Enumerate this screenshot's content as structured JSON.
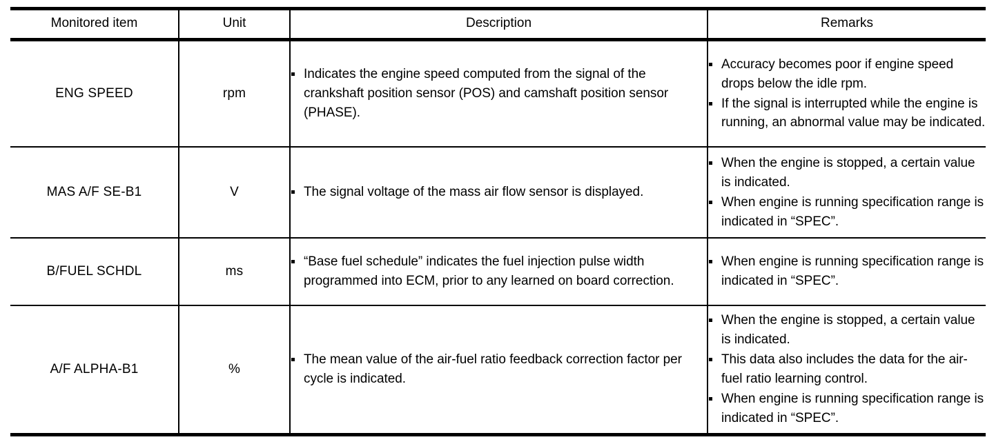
{
  "table": {
    "columns": [
      {
        "key": "item",
        "label": "Monitored item"
      },
      {
        "key": "unit",
        "label": "Unit"
      },
      {
        "key": "desc",
        "label": "Description"
      },
      {
        "key": "remarks",
        "label": "Remarks"
      }
    ],
    "rows": [
      {
        "item": "ENG SPEED",
        "unit": "rpm",
        "description": [
          "Indicates the engine speed computed from the signal of the crankshaft position sensor (POS) and camshaft position sensor (PHASE)."
        ],
        "remarks": [
          "Accuracy becomes poor if engine speed drops below the idle rpm.",
          "If the signal is interrupted while the engine is running, an abnormal value may be indicated."
        ]
      },
      {
        "item": "MAS A/F SE-B1",
        "unit": "V",
        "description": [
          "The signal voltage of the mass air flow sensor is displayed."
        ],
        "remarks": [
          "When the engine is stopped, a certain value is indicated.",
          "When engine is running specification range is indicated in “SPEC”."
        ]
      },
      {
        "item": "B/FUEL SCHDL",
        "unit": "ms",
        "description": [
          "“Base fuel schedule” indicates the fuel injection pulse width programmed into ECM, prior to any learned on board correction."
        ],
        "remarks": [
          "When engine is running specification range is indicated in “SPEC”."
        ]
      },
      {
        "item": "A/F ALPHA-B1",
        "unit": "%",
        "description": [
          "The mean value of the air-fuel ratio feedback correction factor per cycle is indicated."
        ],
        "remarks": [
          "When the engine is stopped, a certain value is indicated.",
          "This data also includes the data for the air-fuel ratio learning control.",
          "When engine is running specification range is indicated in “SPEC”."
        ]
      }
    ]
  },
  "colors": {
    "rule": "#000000",
    "text": "#000000",
    "background": "#ffffff"
  }
}
